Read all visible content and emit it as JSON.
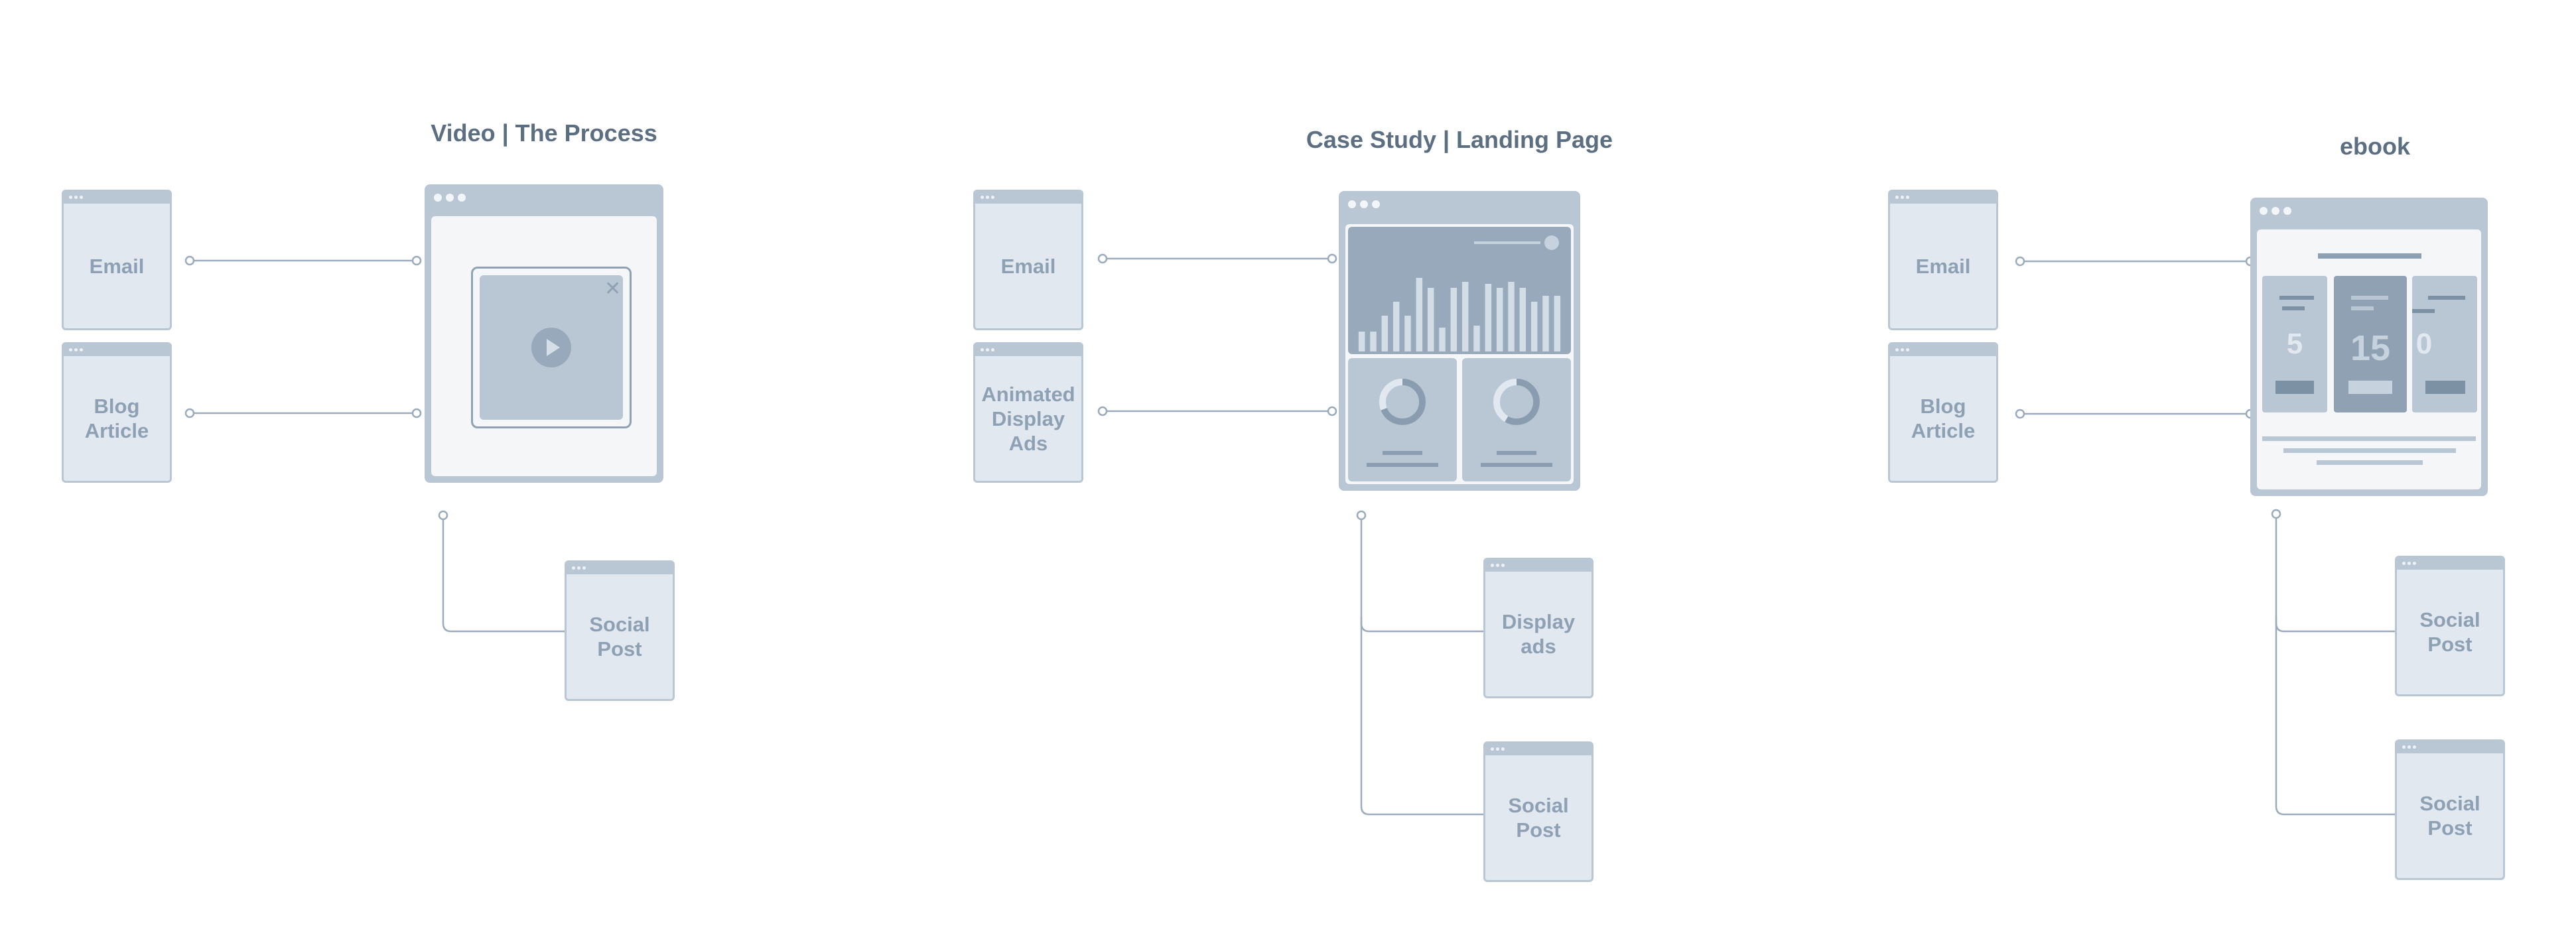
{
  "groups": [
    {
      "title": "Video | The Process",
      "inputs": [
        "Email",
        "Blog\nArticle"
      ],
      "outputs": [
        "Social\nPost"
      ]
    },
    {
      "title": "Case Study | Landing Page",
      "inputs": [
        "Email",
        "Animated\nDisplay\nAds"
      ],
      "outputs": [
        "Display\nads",
        "Social\nPost"
      ],
      "chart_bars": [
        0.2,
        0.2,
        0.36,
        0.5,
        0.36,
        0.74,
        0.64,
        0.24,
        0.64,
        0.7,
        0.26,
        0.68,
        0.64,
        0.7,
        0.64,
        0.5,
        0.56,
        0.56
      ]
    },
    {
      "title": "ebook",
      "inputs": [
        "Email",
        "Blog\nArticle"
      ],
      "outputs": [
        "Social\nPost",
        "Social\nPost"
      ],
      "stats": [
        "5",
        "15",
        "0"
      ]
    }
  ],
  "colors": {
    "card_bg": "#e1e8ef",
    "card_border": "#b9c7d5",
    "card_text": "#8ea1b4",
    "title_text": "#5c6f82",
    "connector": "#9aabbc"
  },
  "icons": [
    "play-icon",
    "close-icon"
  ]
}
